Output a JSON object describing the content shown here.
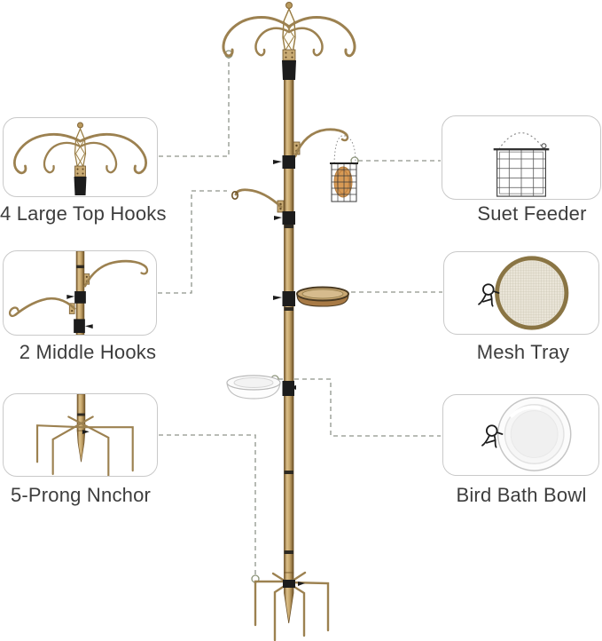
{
  "diagram": {
    "product": "bird feeding station pole",
    "callouts": [
      {
        "id": "top-hooks",
        "label": "4 Large Top Hooks",
        "side": "left",
        "icon": "four-hook-topper-icon"
      },
      {
        "id": "middle-hooks",
        "label": "2 Middle Hooks",
        "side": "left",
        "icon": "middle-hooks-icon"
      },
      {
        "id": "prong-anchor",
        "label": "5-Prong Nnchor",
        "side": "left",
        "icon": "five-prong-anchor-icon"
      },
      {
        "id": "suet-feeder",
        "label": "Suet Feeder",
        "side": "right",
        "icon": "suet-cage-icon"
      },
      {
        "id": "mesh-tray",
        "label": "Mesh Tray",
        "side": "right",
        "icon": "mesh-tray-icon"
      },
      {
        "id": "bird-bath",
        "label": "Bird Bath Bowl",
        "side": "right",
        "icon": "bird-bath-bowl-icon"
      }
    ],
    "colors": {
      "pole_gold": "#c5a469",
      "pole_dark": "#6e5227",
      "hook_gold": "#9c8150",
      "black_hardware": "#1c1c1c",
      "dashed_line": "#8f948b",
      "marker_ring": "#8b9379",
      "suet_block": "#d89a55",
      "tray_brown": "#b8874e",
      "bowl_white": "#fbfbfb",
      "text": "#3d3d3d",
      "box_border": "#c9c9c9",
      "background": "#ffffff"
    }
  }
}
